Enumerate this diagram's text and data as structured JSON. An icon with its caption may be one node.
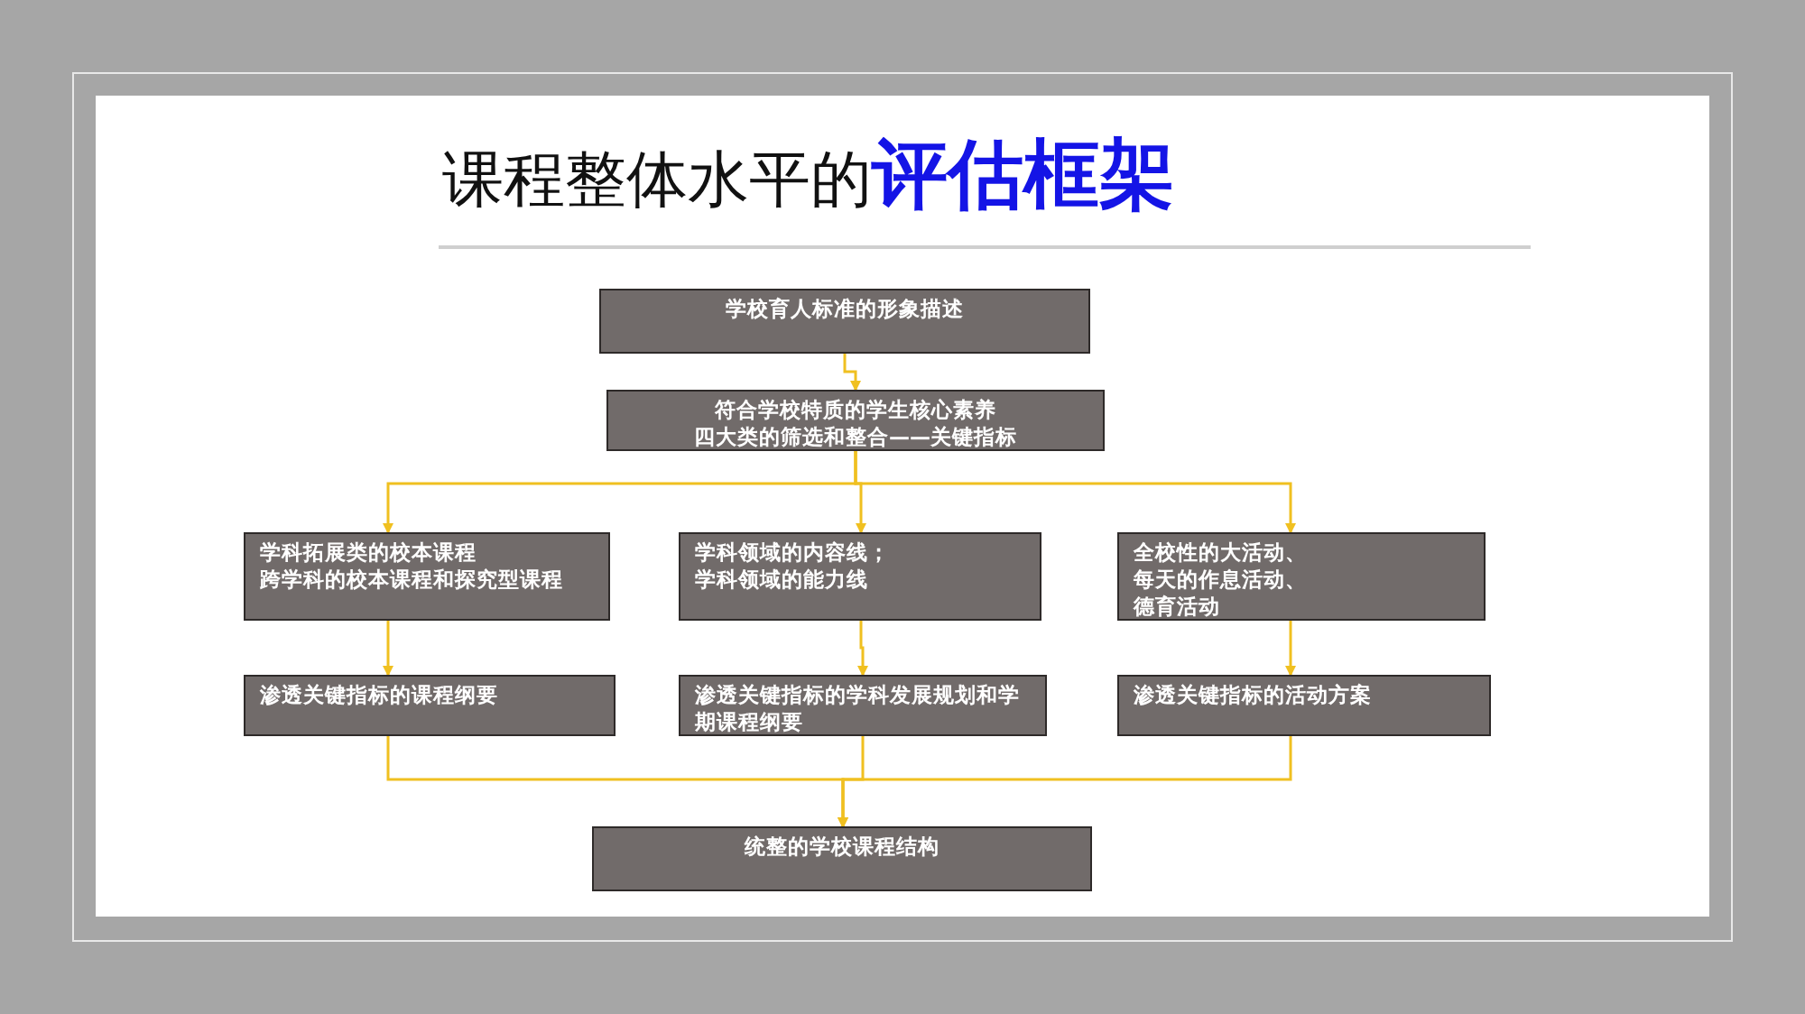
{
  "diagram": {
    "title": "课程整体水平的**评估框架**",
    "nodes": [
      {
        "text": [
          "学校育人标准的形象描述"
        ]
      },
      {
        "text": [
          "符合学校特质的学生核心素养",
          "四大类的筛选和整合——关键指标"
        ]
      },
      {
        "text": [
          "学科拓展类的校本课程",
          "跨学科的校本课程和探究型课程"
        ]
      },
      {
        "text": [
          "学科领域的内容线；",
          "学科领域的能力线"
        ]
      },
      {
        "text": [
          "全校性的大活动、",
          "每天的作息活动、",
          "德育活动"
        ]
      },
      {
        "text": [
          "渗透关键指标的课程纲要"
        ]
      },
      {
        "text": [
          "渗透关键指标的学科发展规划和学期课程纲要"
        ]
      },
      {
        "text": [
          "渗透关键指标的活动方案"
        ]
      },
      {
        "text": [
          "统整的学校课程结构"
        ]
      }
    ],
    "edges": [
      {
        "from": 0,
        "to": 1,
        "arrow": "to"
      },
      {
        "from": 1,
        "to": 2,
        "arrow": "to"
      },
      {
        "from": 1,
        "to": 3,
        "arrow": "to"
      },
      {
        "from": 1,
        "to": 4,
        "arrow": "to"
      },
      {
        "from": 2,
        "to": 5,
        "arrow": "to"
      },
      {
        "from": 3,
        "to": 6,
        "arrow": "to"
      },
      {
        "from": 4,
        "to": 7,
        "arrow": "to"
      },
      {
        "from": 5,
        "to": 8,
        "arrow": "to"
      },
      {
        "from": 6,
        "to": 8,
        "arrow": "to"
      },
      {
        "from": 7,
        "to": 8,
        "arrow": "to"
      }
    ]
  }
}
